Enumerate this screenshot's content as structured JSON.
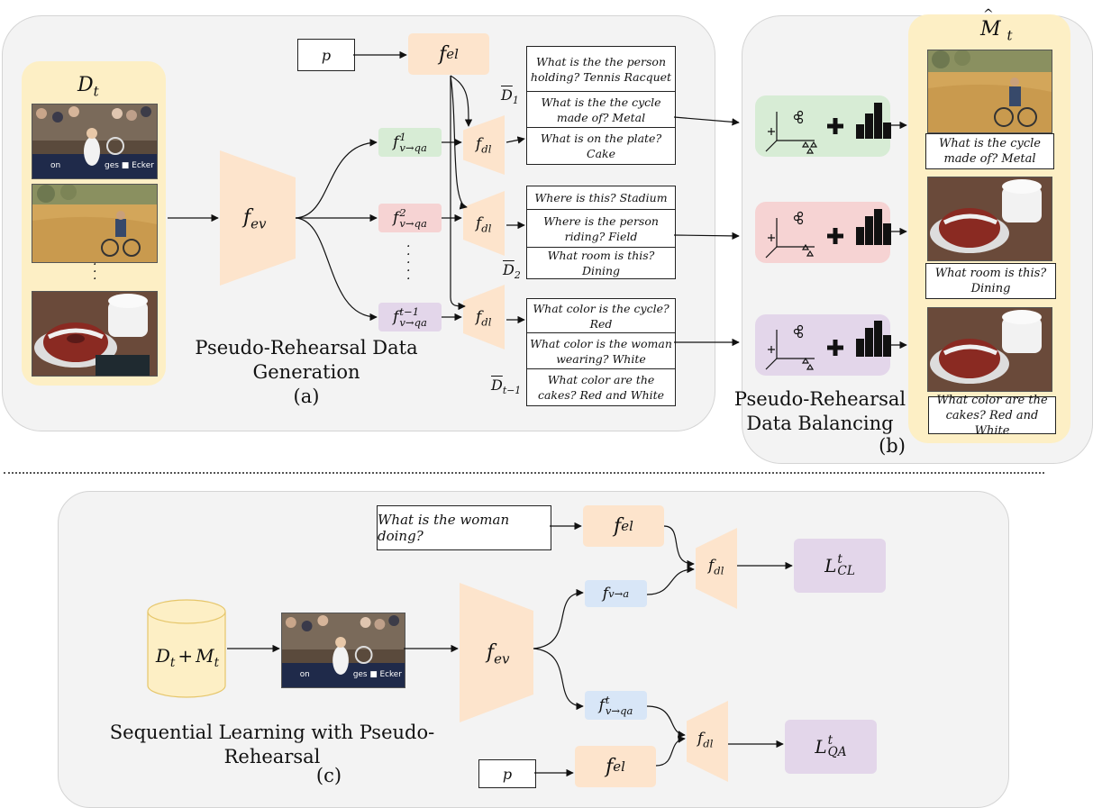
{
  "panel_a": {
    "dataset_label": "D",
    "dataset_sub": "t",
    "caption_line1": "Pseudo-Rehearsal Data",
    "caption_line2": "Generation",
    "tag": "(a)",
    "prompt_label": "p",
    "encoder_lang": "f",
    "encoder_lang_sub": "el",
    "encoder_vis": "f",
    "encoder_vis_sub": "ev",
    "decoder": "f",
    "decoder_sub": "dl",
    "heads": [
      {
        "sup": "1",
        "sub": "v→qa"
      },
      {
        "sup": "2",
        "sub": "v→qa"
      },
      {
        "sup": "t−1",
        "sub": "v→qa"
      }
    ],
    "set_labels": [
      {
        "name": "D",
        "sub": "1"
      },
      {
        "name": "D",
        "sub": "2"
      },
      {
        "name": "D",
        "sub": "t−1"
      }
    ],
    "qa_groups": [
      [
        "What is the the person holding? Tennis Racquet",
        "What is the the cycle made of? Metal",
        "What is on the plate? Cake"
      ],
      [
        "Where is this? Stadium",
        "Where is the person riding? Field",
        "What room is this? Dining"
      ],
      [
        "What color is the cycle? Red",
        "What color is the woman wearing? White",
        "What color are the cakes? Red and White"
      ]
    ]
  },
  "panel_b": {
    "caption_line1": "Pseudo-Rehearsal",
    "caption_line2": "Data Balancing",
    "tag": "(b)",
    "memory_label": "M",
    "memory_sub": "t",
    "memory_captions": [
      "What is the cycle made of? Metal",
      "What room is this? Dining",
      "What color are the cakes? Red and White"
    ]
  },
  "panel_c": {
    "caption": "Sequential Learning with Pseudo-Rehearsal",
    "tag": "(c)",
    "question": "What is the woman doing?",
    "db_label": "D",
    "db_sub": "t",
    "db_plus": "+",
    "db_mem": "M",
    "db_mem_sub": "t",
    "prompt_label": "p",
    "encoder_lang": "f",
    "encoder_lang_sub": "el",
    "encoder_vis": "f",
    "encoder_vis_sub": "ev",
    "decoder": "f",
    "decoder_sub": "dl",
    "head_a": {
      "sub": "v→a"
    },
    "head_qa": {
      "sup": "t",
      "sub": "v→qa"
    },
    "loss_cl": {
      "name": "L",
      "sup": "t",
      "sub": "CL"
    },
    "loss_qa": {
      "name": "L",
      "sup": "t",
      "sub": "QA"
    }
  },
  "colors": {
    "panel_bg": "#f3f3f3",
    "memory_bg": "#fdefc5",
    "encoder": "#fde4cc",
    "head_green": "#d7ecd5",
    "head_pink": "#f6d3d3",
    "head_lavender": "#e3d6ea",
    "head_blue": "#d8e6f7"
  }
}
